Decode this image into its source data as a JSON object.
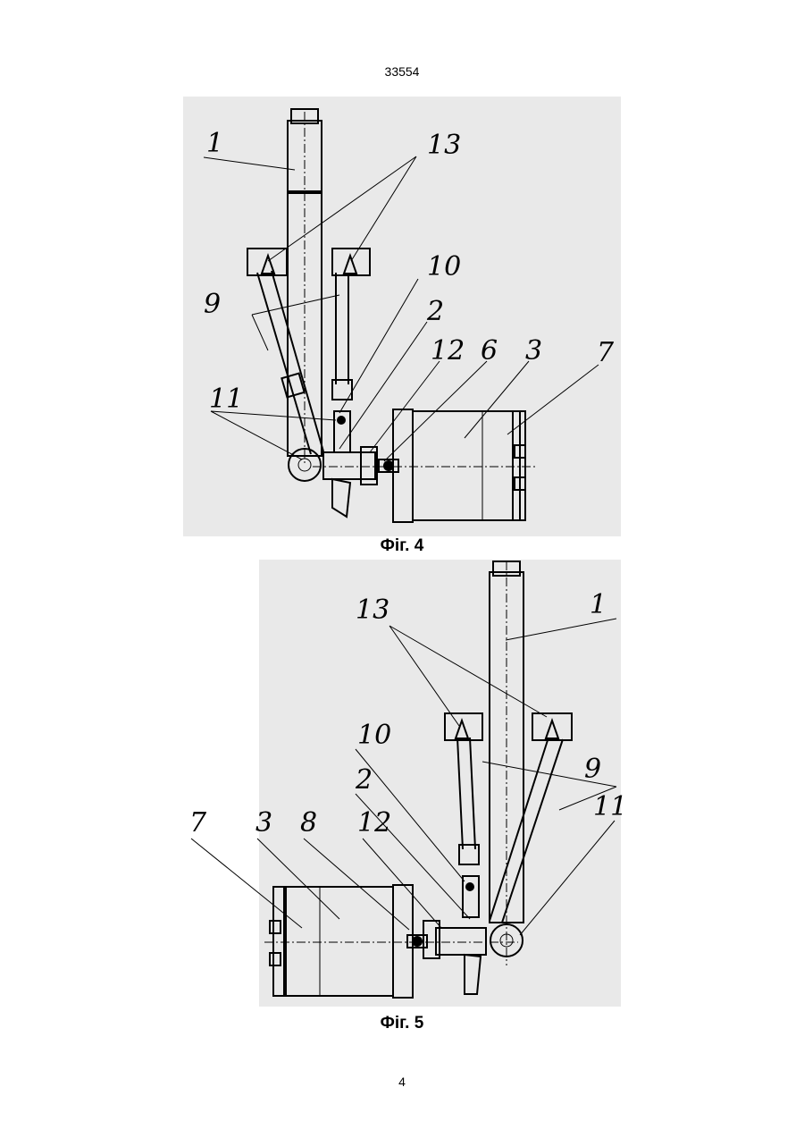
{
  "document": {
    "patent_number": "33554",
    "page_number": "4"
  },
  "figures": [
    {
      "caption": "Фіг. 4",
      "labels": [
        "1",
        "13",
        "10",
        "9",
        "2",
        "12",
        "6",
        "3",
        "7",
        "11"
      ]
    },
    {
      "caption": "Фіг. 5",
      "labels": [
        "13",
        "1",
        "10",
        "9",
        "2",
        "7",
        "3",
        "8",
        "12",
        "11"
      ]
    }
  ]
}
